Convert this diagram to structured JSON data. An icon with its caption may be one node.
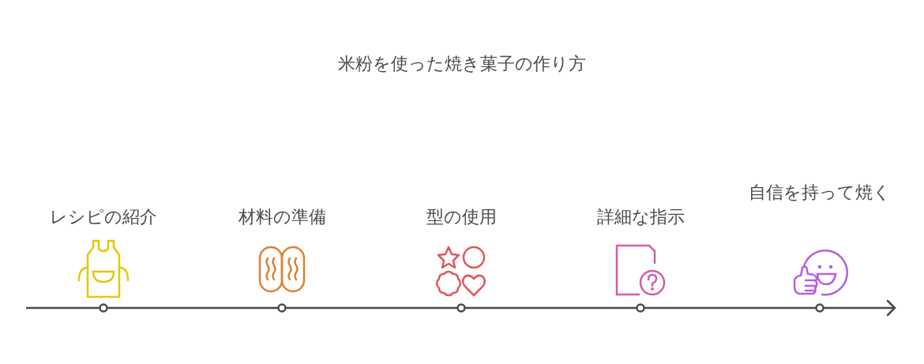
{
  "diagram": {
    "title": "米粉を使った焼き菓子の作り方",
    "labels": [
      "レシピの紹介",
      "材料の準備",
      "型の使用",
      "詳細な指示",
      "自信を持って焼く"
    ]
  }
}
